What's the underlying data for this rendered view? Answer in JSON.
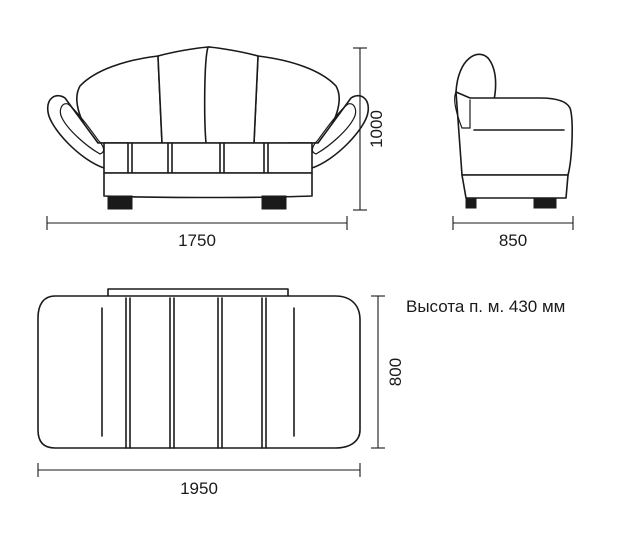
{
  "dimensions": {
    "front_width": "1750",
    "front_height": "1000",
    "side_depth": "850",
    "bed_length": "1950",
    "bed_width": "800"
  },
  "note": "Высота п. м. 430 мм",
  "colors": {
    "line": "#1a1a1a",
    "background": "#ffffff"
  }
}
